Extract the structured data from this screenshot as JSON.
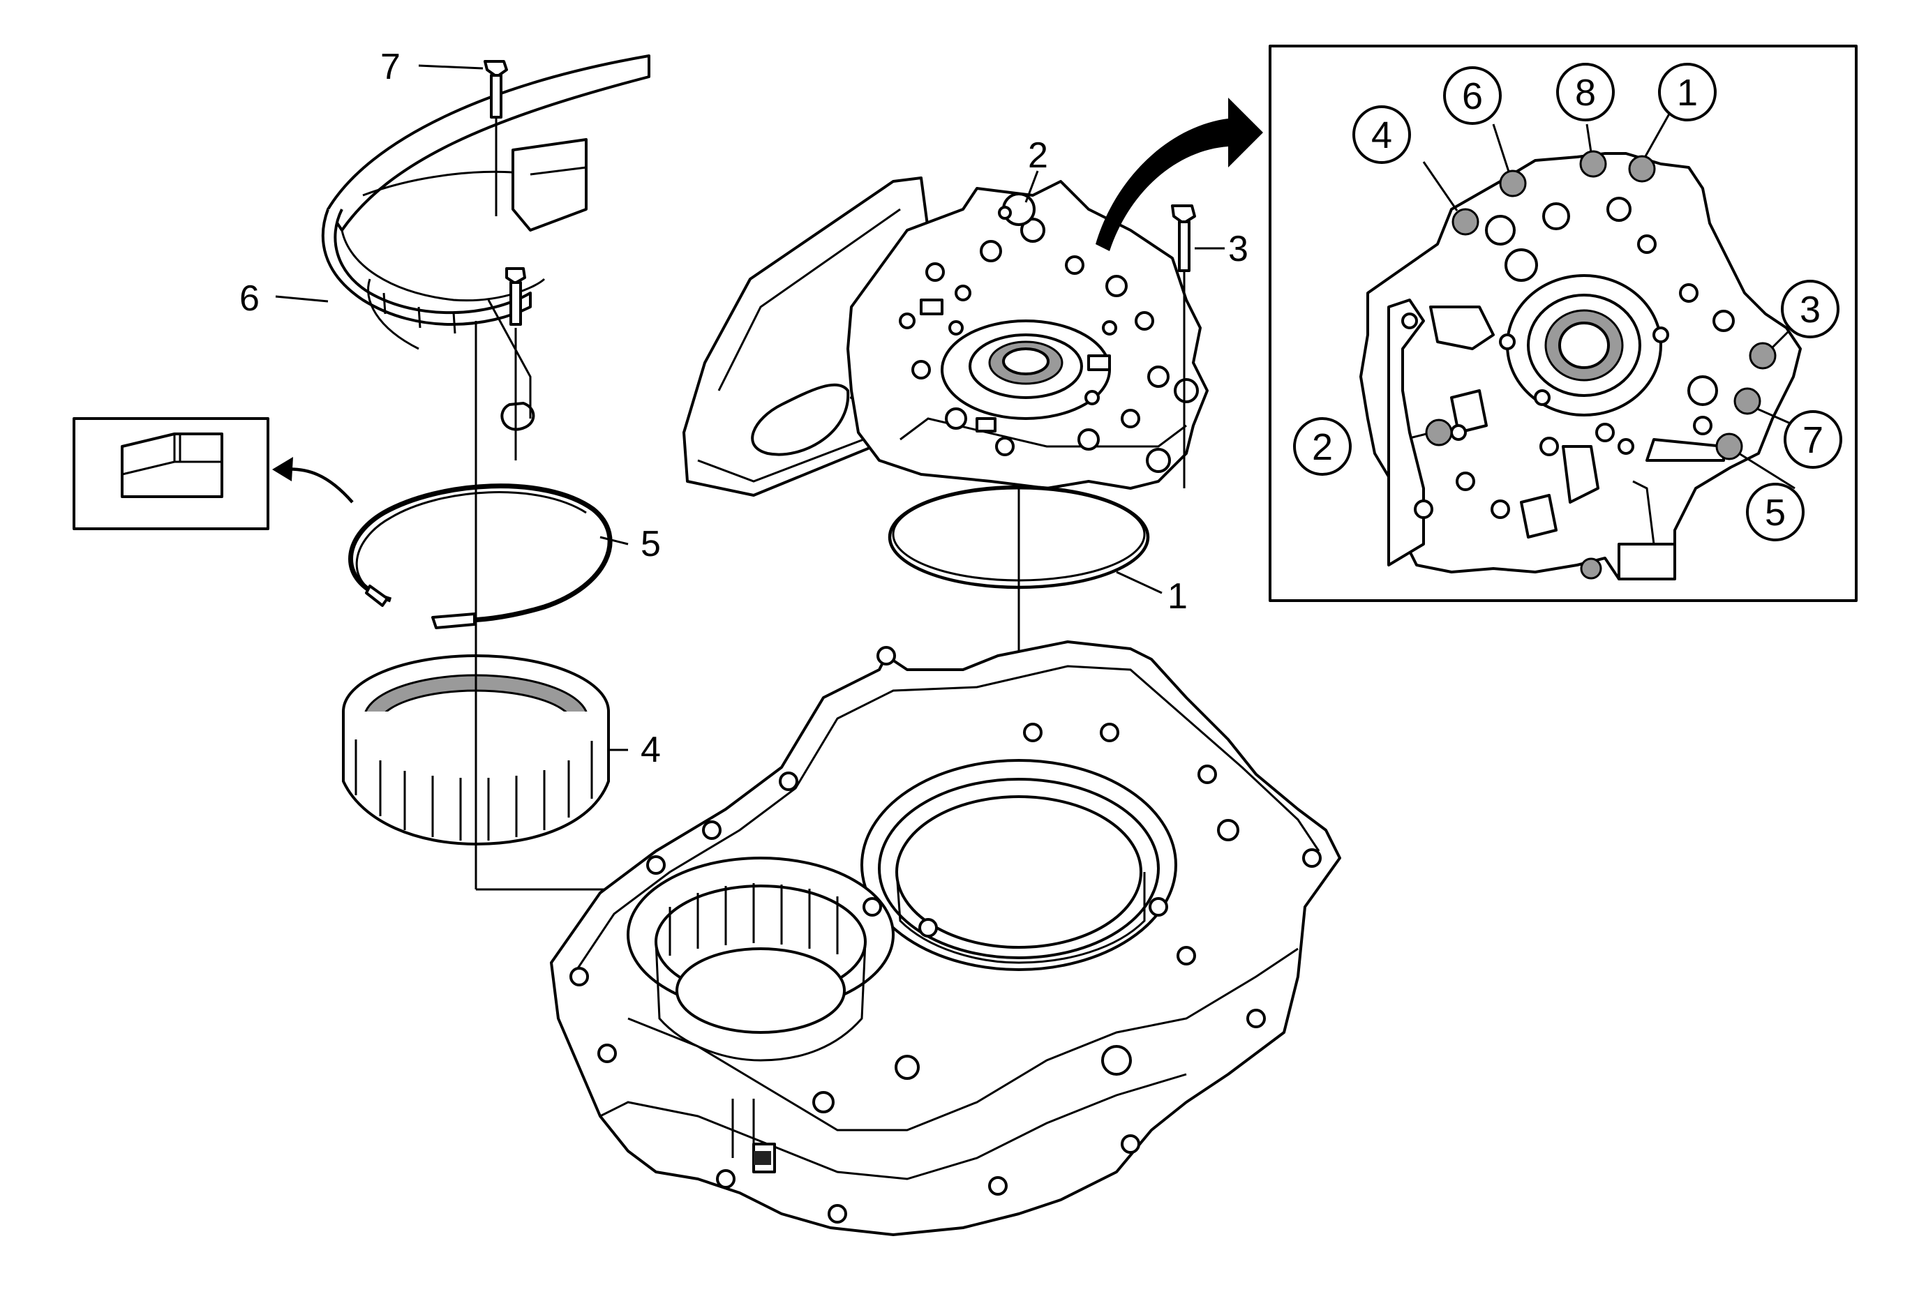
{
  "callouts": {
    "c1": "1",
    "c2": "2",
    "c3": "3",
    "c4": "4",
    "c5": "5",
    "c6": "6",
    "c7": "7"
  },
  "detail_callouts": {
    "d1": "1",
    "d2": "2",
    "d3": "3",
    "d4": "4",
    "d5": "5",
    "d6": "6",
    "d7": "7",
    "d8": "8"
  },
  "icons": {
    "arrow": "curved-arrow-icon"
  }
}
